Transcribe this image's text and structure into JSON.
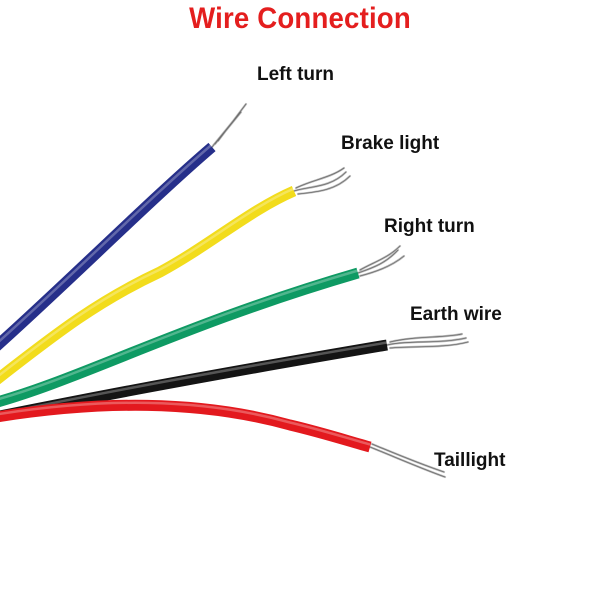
{
  "title": "Wire Connection",
  "wires": [
    {
      "label": "Left turn",
      "insulation_color": "#262f8a"
    },
    {
      "label": "Brake light",
      "insulation_color": "#f2dc1c"
    },
    {
      "label": "Right turn",
      "insulation_color": "#0e9a63"
    },
    {
      "label": "Earth wire",
      "insulation_color": "#141414"
    },
    {
      "label": "Taillight",
      "insulation_color": "#e3191e"
    }
  ],
  "colors": {
    "title": "#e41e1e",
    "label": "#111111",
    "copper": "#b9b9b9"
  }
}
